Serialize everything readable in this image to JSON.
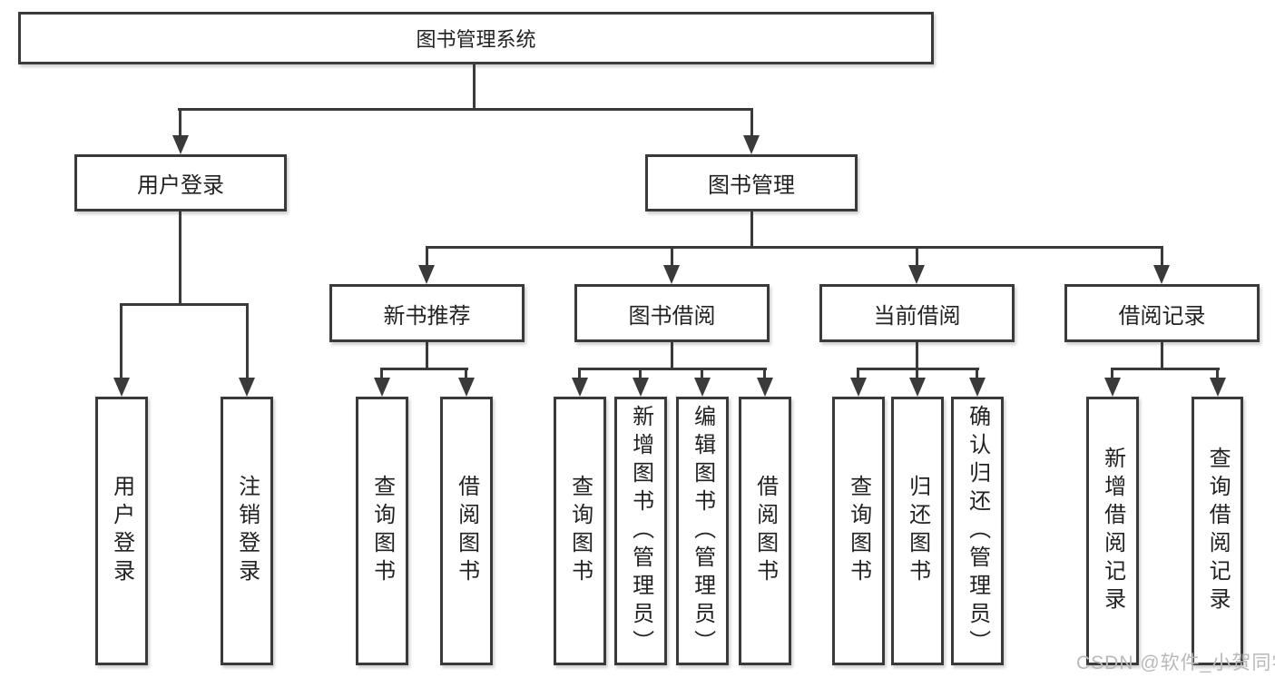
{
  "diagram": {
    "root": {
      "label": "图书管理系统"
    },
    "branches": [
      {
        "label": "用户登录",
        "children": [
          {
            "label": "用户登录"
          },
          {
            "label": "注销登录"
          }
        ]
      },
      {
        "label": "图书管理",
        "children": [
          {
            "label": "新书推荐",
            "children": [
              {
                "label": "查询图书"
              },
              {
                "label": "借阅图书"
              }
            ]
          },
          {
            "label": "图书借阅",
            "children": [
              {
                "label": "查询图书"
              },
              {
                "label": "新增图书（管理员）"
              },
              {
                "label": "编辑图书（管理员）"
              },
              {
                "label": "借阅图书"
              }
            ]
          },
          {
            "label": "当前借阅",
            "children": [
              {
                "label": "查询图书"
              },
              {
                "label": "归还图书"
              },
              {
                "label": "确认归还（管理员）"
              }
            ]
          },
          {
            "label": "借阅记录",
            "children": [
              {
                "label": "新增借阅记录"
              },
              {
                "label": "查询借阅记录"
              }
            ]
          }
        ]
      }
    ]
  },
  "watermark": {
    "text": "CSDN @软件_小贺同学"
  },
  "colors": {
    "line": "#3a3a3a",
    "box_border": "#3a3a3a",
    "text": "#222222",
    "background": "#ffffff",
    "watermark": "#b9b9b9"
  }
}
